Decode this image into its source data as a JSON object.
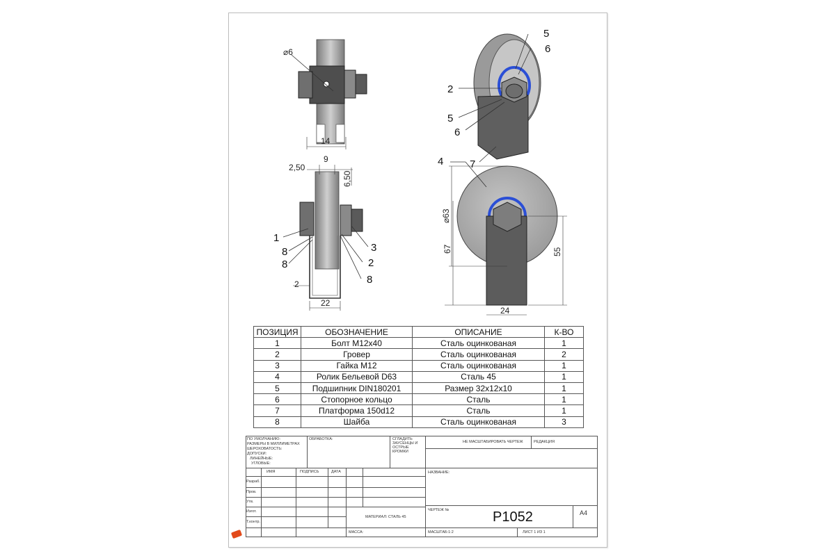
{
  "dimensions": {
    "top_hole": "⌀6",
    "top_width": "14",
    "mid_left": "2,50",
    "mid_top": "9",
    "mid_right": "6,50",
    "bottom_left": "2",
    "bottom_width": "22",
    "dia_outer": "⌀63",
    "height_67": "67",
    "height_55": "55",
    "width_24": "24"
  },
  "callouts": {
    "iso": {
      "c5a": "5",
      "c6a": "6",
      "c2": "2",
      "c5b": "5",
      "c6b": "6",
      "c7": "7"
    },
    "front": {
      "c4": "4"
    },
    "side": {
      "c1": "1",
      "c8a": "8",
      "c8b": "8",
      "c3": "3",
      "c2": "2",
      "c8c": "8"
    }
  },
  "parts_table": {
    "headers": [
      "ПОЗИЦИЯ",
      "ОБОЗНАЧЕНИЕ",
      "ОПИСАНИЕ",
      "К-ВО"
    ],
    "rows": [
      [
        "1",
        "Болт М12х40",
        "Сталь оцинкованая",
        "1"
      ],
      [
        "2",
        "Гровер",
        "Сталь оцинкованая",
        "2"
      ],
      [
        "3",
        "Гайка М12",
        "Сталь оцинкованая",
        "1"
      ],
      [
        "4",
        "Ролик Бельевой D63",
        "Сталь 45",
        "1"
      ],
      [
        "5",
        "Подшипник DIN180201",
        "Размер 32х12х10",
        "1"
      ],
      [
        "6",
        "Стопорное кольцо",
        "Сталь",
        "1"
      ],
      [
        "7",
        "Платформа 150d12",
        "Сталь",
        "1"
      ],
      [
        "8",
        "Шайба",
        "Сталь оцинкованая",
        "3"
      ]
    ]
  },
  "title_block": {
    "defaults": "ПО УМОЛЧАНИЮ:",
    "units": "РАЗМЕРЫ В МИЛЛИМЕТРАХ",
    "roughness": "ШЕРОХОВАТОСТЬ:",
    "tolerances": "ДОПУСКИ:",
    "linear": "ЛИНЕЙНЫЕ:",
    "angular": "УГЛОВЫЕ:",
    "finish": "ОБРАБОТКА:",
    "deburr": "СГЛАДИТЬ ЗАУСЕНЦЫ И ОСТРЫЕ КРОМКИ",
    "no_scale": "НЕ МАСШТАБИРОВАТЬ ЧЕРТЕЖ",
    "revision": "РЕДАКЦИЯ",
    "col_name": "ИМЯ",
    "col_sign": "ПОДПИСЬ",
    "col_date": "ДАТА",
    "row_dev": "Разраб.",
    "row_check": "Пров.",
    "row_approve": "Утв.",
    "row_mfg": "Изгот.",
    "row_qc": "Т.контр.",
    "title_label": "НАЗВАНИЕ:",
    "material": "МАТЕРИАЛ: СТАЛЬ 45",
    "drawing_no_label": "ЧЕРТЕЖ №",
    "drawing_no": "P1052",
    "format": "A4",
    "mass": "МАССА:",
    "scale": "МАСШТАБ:1:2",
    "sheet": "ЛИСТ 1 ИЗ 1"
  },
  "colors": {
    "steel_dark": "#5a5a5a",
    "steel_light": "#b4b4b4",
    "bearing_blue": "#2b4fd6"
  }
}
